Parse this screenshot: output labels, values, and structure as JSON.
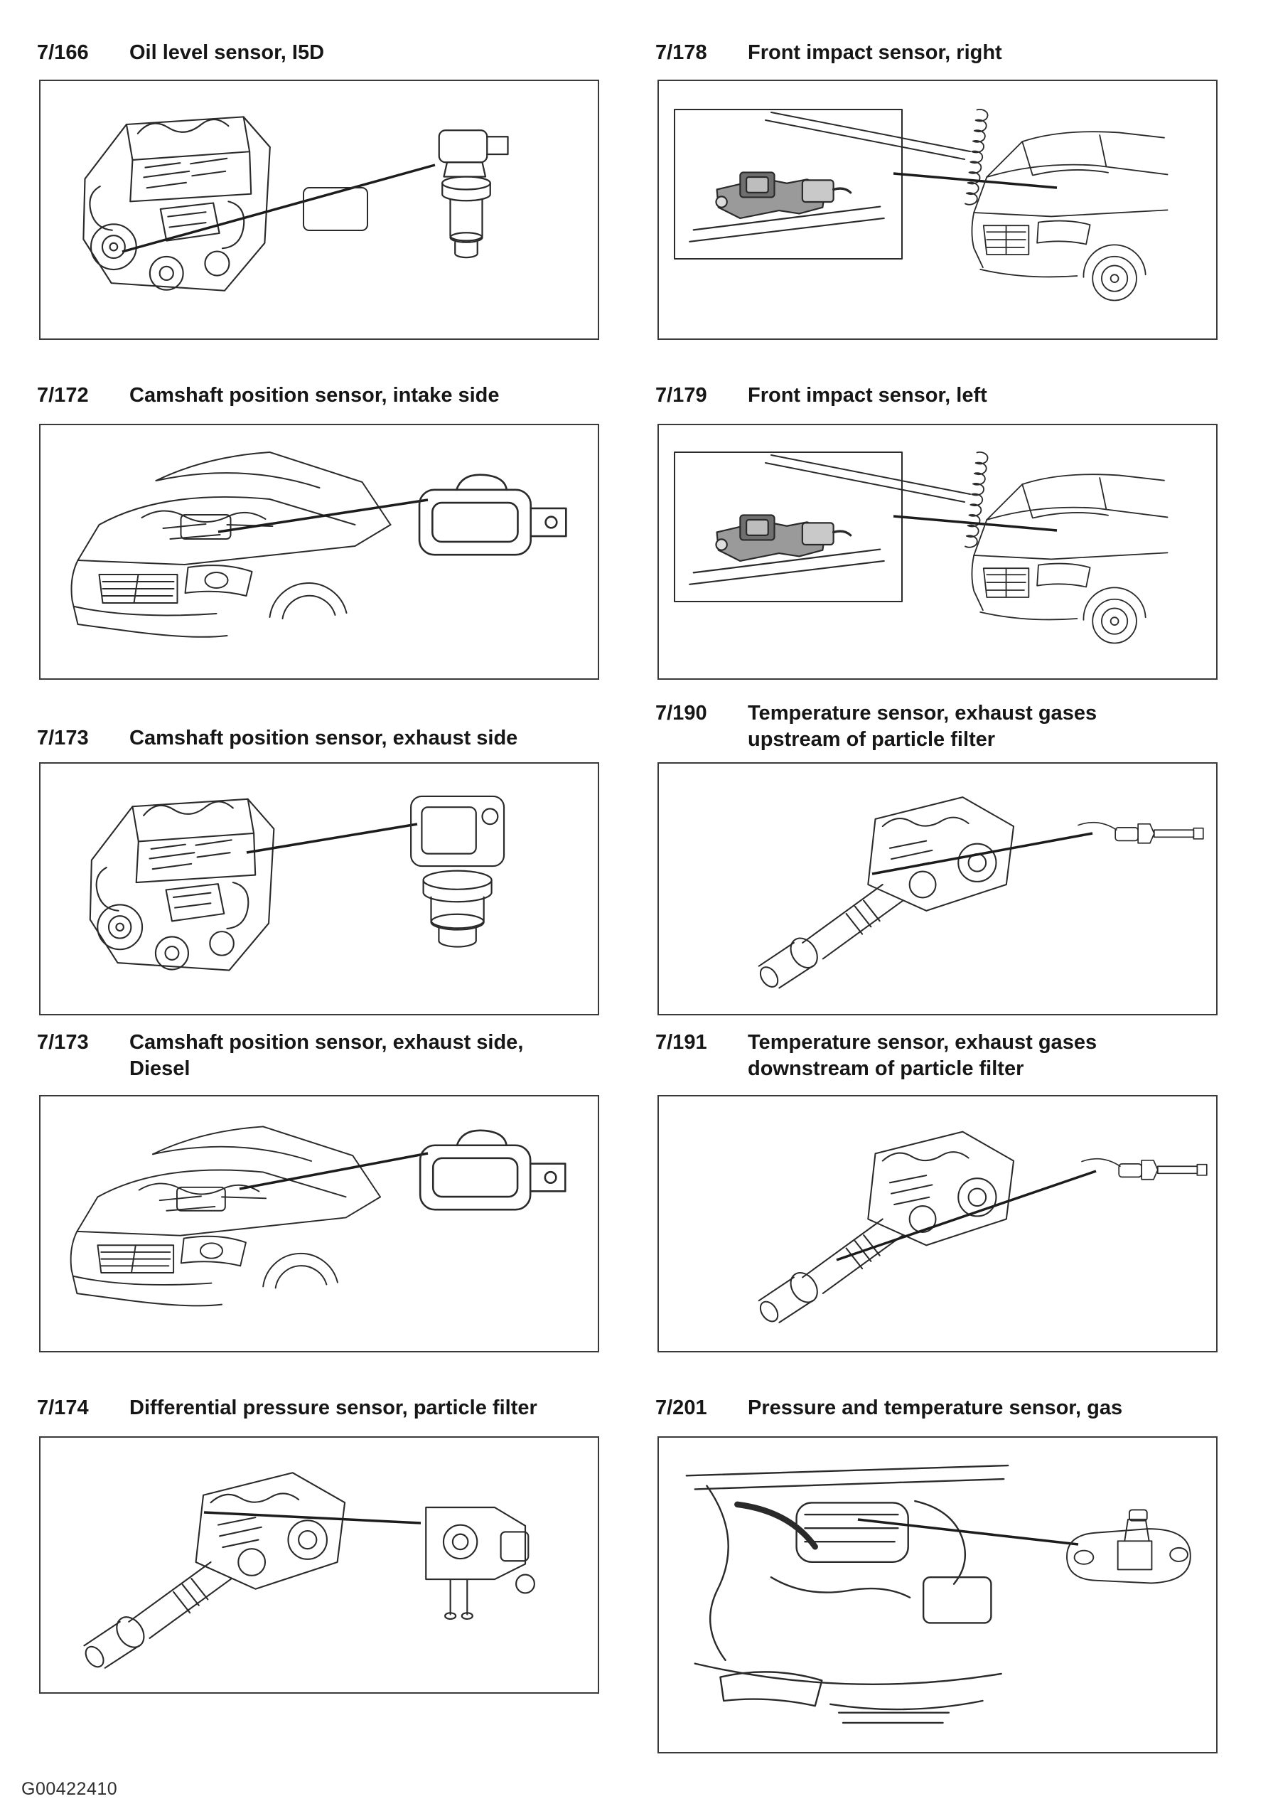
{
  "page": {
    "footer_code": "G00422410",
    "ink_color": "#2a2a2a",
    "figures": [
      {
        "ref": "7/166",
        "title": "Oil level sensor, I5D"
      },
      {
        "ref": "7/172",
        "title": "Camshaft position sensor, intake side"
      },
      {
        "ref": "7/173",
        "title": "Camshaft position sensor, exhaust side"
      },
      {
        "ref": "7/173",
        "title": "Camshaft position sensor, exhaust side,\nDiesel"
      },
      {
        "ref": "7/174",
        "title": "Differential pressure sensor, particle filter"
      },
      {
        "ref": "7/178",
        "title": "Front impact sensor, right"
      },
      {
        "ref": "7/179",
        "title": "Front impact sensor, left"
      },
      {
        "ref": "7/190",
        "title": "Temperature sensor, exhaust gases\nupstream of particle filter"
      },
      {
        "ref": "7/191",
        "title": "Temperature sensor, exhaust gases\ndownstream of particle filter"
      },
      {
        "ref": "7/201",
        "title": "Pressure and temperature sensor, gas"
      }
    ]
  }
}
